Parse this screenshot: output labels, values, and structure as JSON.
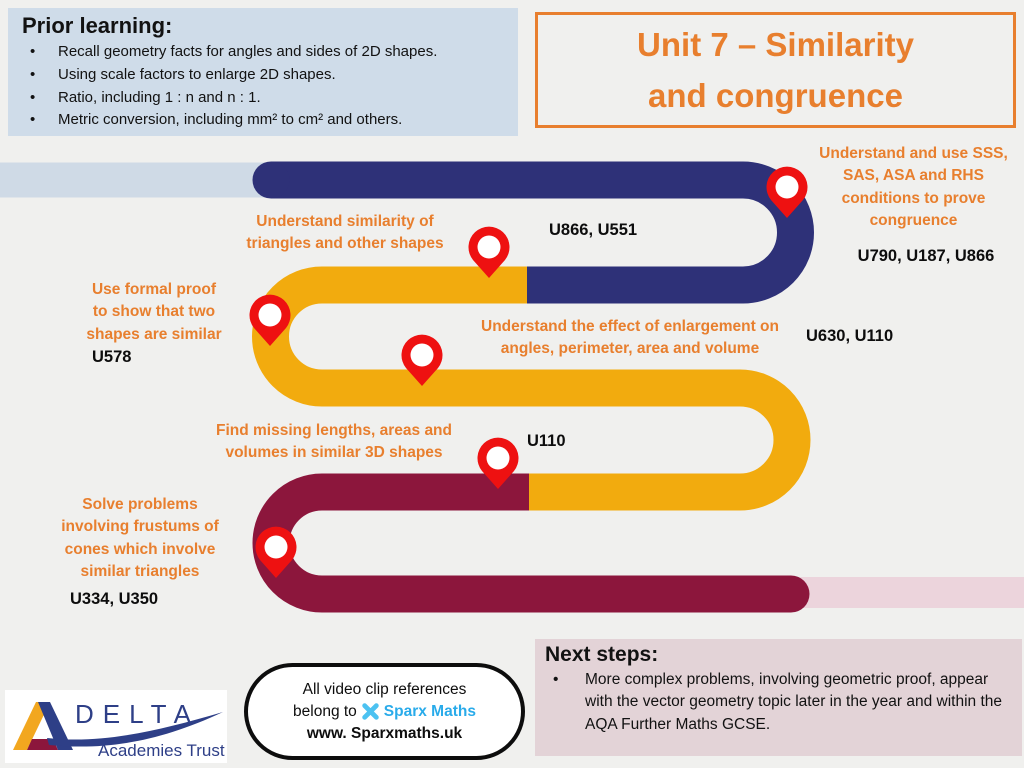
{
  "prior_learning": {
    "title": "Prior learning:",
    "bullets": [
      "Recall geometry facts for angles and sides of 2D shapes.",
      "Using scale factors to enlarge 2D shapes.",
      "Ratio, including 1 : n and n : 1.",
      "Metric conversion, including mm² to cm² and others."
    ]
  },
  "unit_title": {
    "text": "Unit 7 – Similarity\nand congruence"
  },
  "milestones": [
    {
      "label": "Understand similarity of\ntriangles and other shapes",
      "codes": "U866, U551"
    },
    {
      "label": "Understand and use SSS,\nSAS, ASA and RHS\nconditions to prove\ncongruence",
      "codes": "U790, U187, U866"
    },
    {
      "label": "Use formal proof\nto show that two\nshapes are similar",
      "codes": "U578"
    },
    {
      "label": "Understand the effect of enlargement on\nangles, perimeter, area and volume",
      "codes": "U630, U110"
    },
    {
      "label": "Find missing lengths, areas and\nvolumes in similar 3D shapes",
      "codes": "U110"
    },
    {
      "label": "Solve problems\ninvolving frustums of\ncones which involve\nsimilar triangles",
      "codes": "U334, U350"
    }
  ],
  "next_steps": {
    "title": "Next steps:",
    "bullets": [
      "More complex problems, involving geometric proof, appear with the vector geometry topic later in the year and within the AQA Further Maths GCSE."
    ]
  },
  "video_credit": {
    "line1": "All video clip references",
    "line2_prefix": "belong to",
    "brand": "Sparx Maths",
    "url": "www. Sparxmaths.uk"
  },
  "logo": {
    "wordmark": "DELTA",
    "subtext": "Academies Trust"
  },
  "colors": {
    "navy": "#2e3178",
    "gold": "#f2ab0e",
    "maroon": "#8c163c",
    "lead_in": "#cfdae6",
    "tail_out": "#ecd4dc",
    "pin_red": "#ee1111",
    "orange": "#e87f2e",
    "sparx_blue": "#29abea"
  }
}
